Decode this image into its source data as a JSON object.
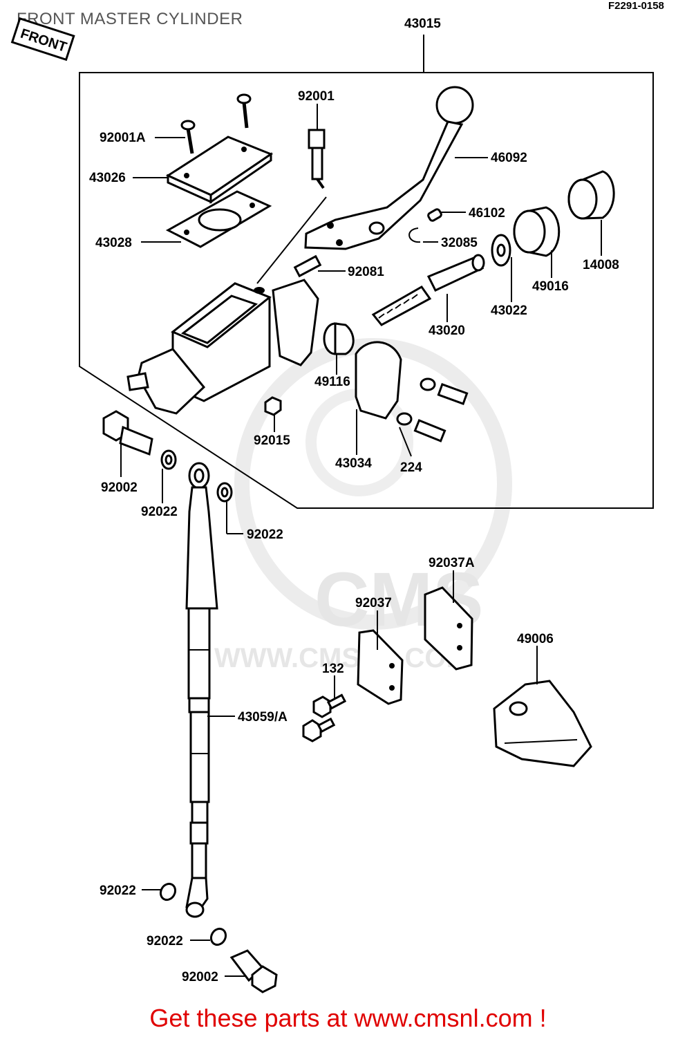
{
  "title": "FRONT MASTER CYLINDER",
  "figure_code": "F2291-0158",
  "front_stamp": "FRONT",
  "watermark": {
    "brand": "CMS",
    "url": "WWW.CMSNL.COM"
  },
  "footer": "Get these parts at www.cmsnl.com !",
  "parts": {
    "p43015": "43015",
    "p92001": "92001",
    "p92001A": "92001A",
    "p46092": "46092",
    "p43026": "43026",
    "p46102": "46102",
    "p43028": "43028",
    "p32085": "32085",
    "p14008": "14008",
    "p92081": "92081",
    "p49016": "49016",
    "p43022": "43022",
    "p43020": "43020",
    "p49116": "49116",
    "p92015": "92015",
    "p43034": "43034",
    "p224": "224",
    "p92002_top": "92002",
    "p92022_a": "92022",
    "p92022_b": "92022",
    "p92037A": "92037A",
    "p92037": "92037",
    "p49006": "49006",
    "p132": "132",
    "p43059A": "43059/A",
    "p92022_c": "92022",
    "p92022_d": "92022",
    "p92002_bottom": "92002"
  }
}
